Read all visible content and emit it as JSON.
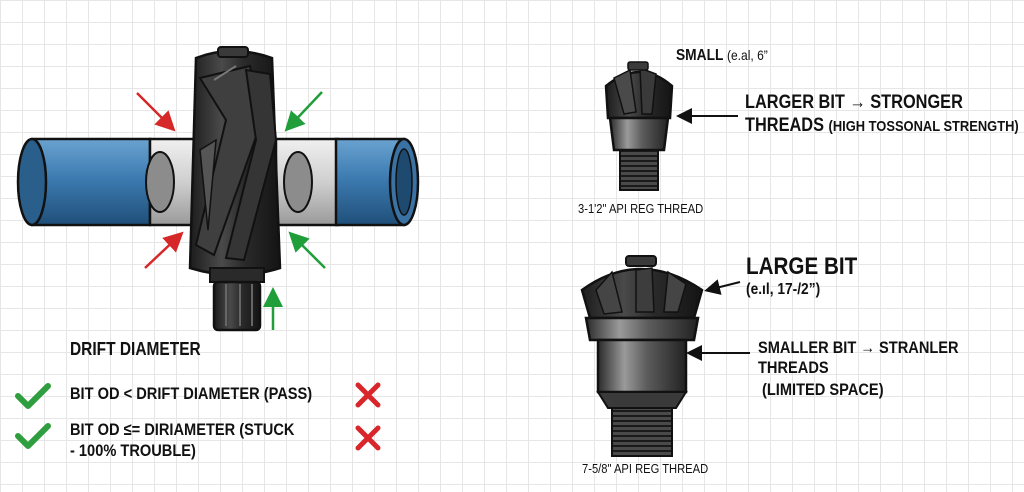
{
  "left": {
    "drift_title": "DRIFT DIAMETER",
    "rows": [
      {
        "text": "BIT OD < DRIFT DIAMETER (PASS)",
        "check": "check-icon",
        "cross": "cross-icon"
      },
      {
        "text_line1": "BIT OD ≤= DIRIAMETER (STUCK",
        "text_line2": "- 100% TROUBLE)",
        "check": "check-icon",
        "cross": "cross-icon"
      }
    ]
  },
  "small_bit": {
    "title": "SMALL",
    "size": "(e.al, 6”",
    "note_line1": "LARGER BIT → STRONGER",
    "note_line2_a": "THREADS",
    "note_line2_b": "(HIGH TOSSONAL STRENGTH)",
    "thread": "3-1'2\" API REG THREAD"
  },
  "large_bit": {
    "title": "LARGE BIT",
    "size": "(e.ıl, 17-/2”)",
    "note_line1": "SMALLER BIT → STRANLER",
    "note_line2": "THREADS",
    "note_line3": "(LIMITED SPACE)",
    "thread": "7-5/8\" API REG THREAD"
  },
  "colors": {
    "pipe_blue": "#3d7bb0",
    "pipe_gray": "#c9c9c9",
    "bit_dark": "#2e2e2e",
    "arrow_red": "#d62828",
    "arrow_green": "#1f9e3a",
    "check_green": "#2e9e3e",
    "cross_red": "#d8262b"
  }
}
